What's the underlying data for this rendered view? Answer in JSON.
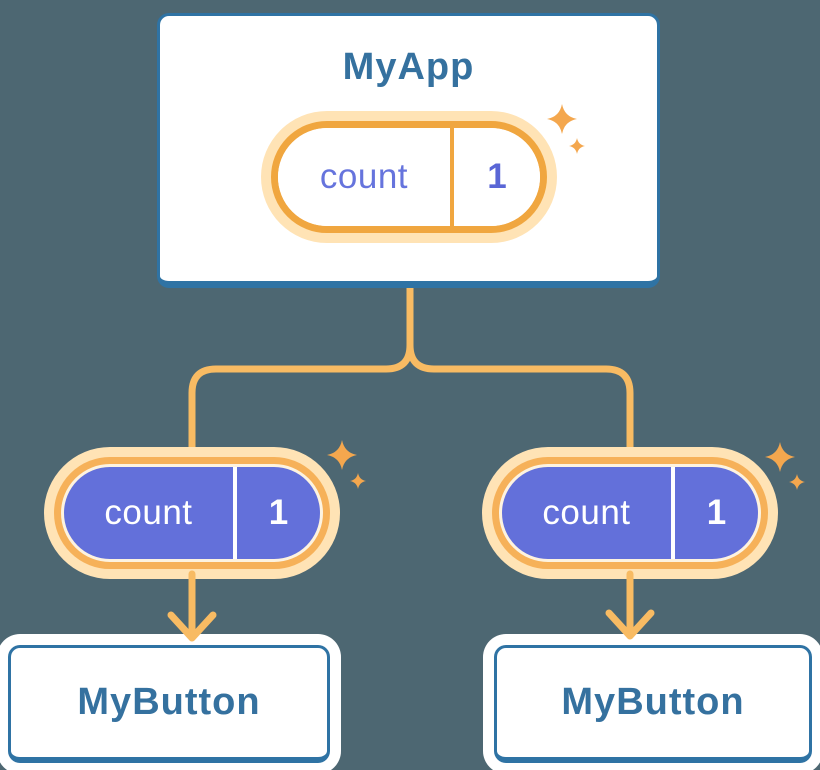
{
  "colors": {
    "bg": "#4d6772",
    "card-border": "#2f73a4",
    "card-bg": "#ffffff",
    "title": "#35719f",
    "halo": "#ffe3b5",
    "ring": "#f0a63f",
    "ring2": "#f6b159",
    "gap": "#fdf3e0",
    "line": "#f8bb63",
    "purple": "#6370da",
    "purple-text": "#6674dd",
    "value-text": "#5a66d6",
    "sparkle": "#f4a74e"
  },
  "icons": {
    "sparkle": "sparkle-icon",
    "arrow": "arrow-down-icon"
  },
  "tree": {
    "root": {
      "title": "MyApp",
      "state": {
        "label": "count",
        "value": "1"
      }
    },
    "children": [
      {
        "title": "MyButton",
        "state": {
          "label": "count",
          "value": "1"
        }
      },
      {
        "title": "MyButton",
        "state": {
          "label": "count",
          "value": "1"
        }
      }
    ]
  }
}
